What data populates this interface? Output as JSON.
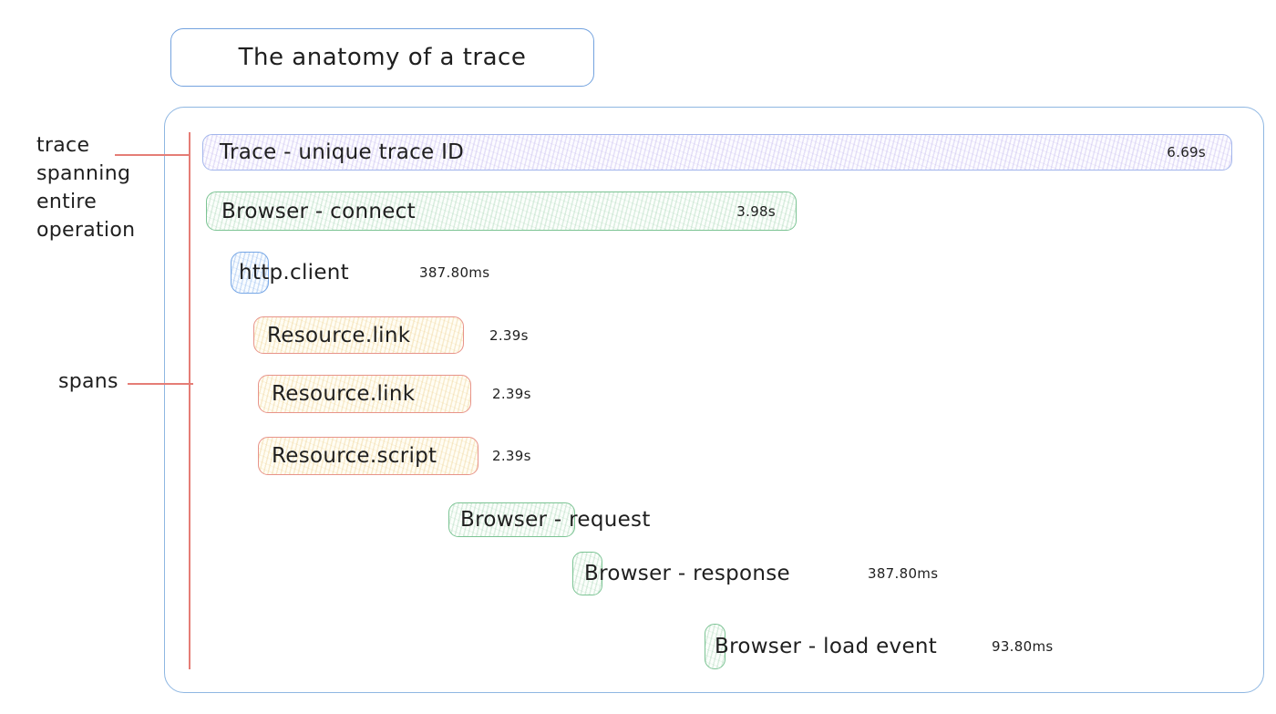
{
  "title": "The anatomy of a trace",
  "annotations": {
    "trace": "trace\nspanning\nentire\noperation",
    "spans": "spans"
  },
  "spans": [
    {
      "name": "trace",
      "label": "Trace - unique trace ID",
      "duration": "6.69s",
      "color": "purple"
    },
    {
      "name": "browser-connect",
      "label": "Browser - connect",
      "duration": "3.98s",
      "color": "green"
    },
    {
      "name": "http-client",
      "label": "http.client",
      "duration": "387.80ms",
      "color": "blue"
    },
    {
      "name": "resource-link-1",
      "label": "Resource.link",
      "duration": "2.39s",
      "color": "yellow"
    },
    {
      "name": "resource-link-2",
      "label": "Resource.link",
      "duration": "2.39s",
      "color": "yellow"
    },
    {
      "name": "resource-script",
      "label": "Resource.script",
      "duration": "2.39s",
      "color": "yellow"
    },
    {
      "name": "browser-request",
      "label": "Browser - request",
      "duration": "",
      "color": "green"
    },
    {
      "name": "browser-response",
      "label": "Browser - response",
      "duration": "387.80ms",
      "color": "green"
    },
    {
      "name": "browser-load-event",
      "label": "Browser - load event",
      "duration": "93.80ms",
      "color": "green"
    }
  ],
  "colors": {
    "container_border": "#8fb7e2",
    "title_border": "#74a3df",
    "trace_border": "#a3b6ec",
    "green_border": "#7cc494",
    "yellow_border": "#e8948a",
    "blue_border": "#77a7e6",
    "annotation_red": "#e57d76",
    "text": "#1f1f1f"
  }
}
